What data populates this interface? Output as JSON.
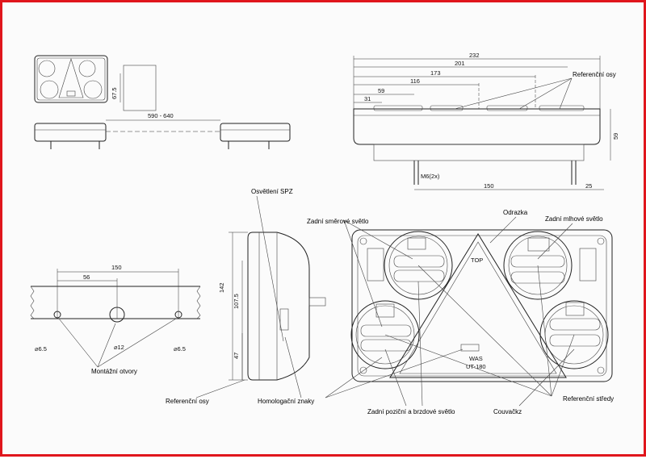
{
  "dimensions": {
    "d232": "232",
    "d201": "201",
    "d173": "173",
    "d116": "116",
    "d59": "59",
    "d31": "31",
    "d59v": "59",
    "m6": "M6(2x)",
    "d150b": "150",
    "d25": "25",
    "d590": "590 - 640",
    "d675": "67.5",
    "d150m": "150",
    "d56": "56",
    "d65a": "⌀6.5",
    "d12": "⌀12",
    "d65b": "⌀6.5",
    "d142": "142",
    "d1075": "107.5",
    "d47": "47"
  },
  "labels": {
    "ref_osy_top": "Referenční osy",
    "osvetleni": "Osvětlení SPZ",
    "smerove": "Zadní směrové světlo",
    "odrazka": "Odrazka",
    "mlhove": "Zadní mlhové světlo",
    "montazni": "Montážní otvory",
    "ref_osy_bottom": "Referenční osy",
    "homologacni": "Homologační znaky",
    "pozicni": "Zadní poziční a brzdové světlo",
    "couvacka": "Couvačkz",
    "ref_stredy": "Referenční středy"
  },
  "markings": {
    "top": "TOP",
    "mark1": "WAS",
    "mark2": "UT-180"
  }
}
